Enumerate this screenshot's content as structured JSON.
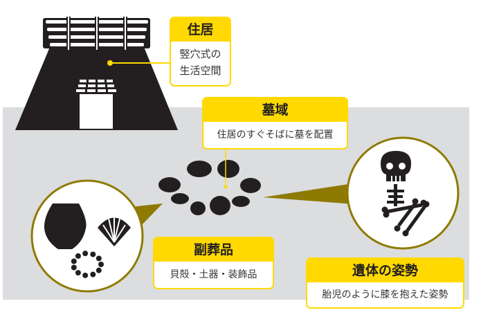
{
  "colors": {
    "accent": "#ffd900",
    "callout": "#8e7a00",
    "ink": "#231f20",
    "band": "#dcdddf"
  },
  "dwelling": {
    "title": "住居",
    "desc_line1": "竪穴式の",
    "desc_line2": "生活空間"
  },
  "grave": {
    "title": "墓域",
    "desc": "住居のすぐそばに墓を配置"
  },
  "goods": {
    "title": "副葬品",
    "desc": "貝殻・土器・装飾品"
  },
  "posture": {
    "title": "遺体の姿勢",
    "desc": "胎児のように膝を抱えた姿勢"
  }
}
